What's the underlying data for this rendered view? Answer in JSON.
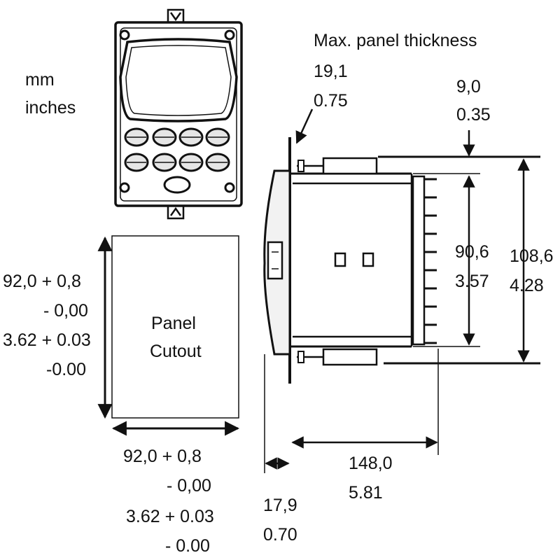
{
  "units": {
    "mm": "mm",
    "inches": "inches"
  },
  "front_view": {
    "keys": 8
  },
  "cutout": {
    "label_line1": "Panel",
    "label_line2": "Cutout",
    "height_mm": "92,0 + 0,8",
    "height_mm_tol": "- 0,00",
    "height_in": "3.62 + 0.03",
    "height_in_tol": "-0.00",
    "width_mm": "92,0 + 0,8",
    "width_mm_tol": "- 0,00",
    "width_in": "3.62 + 0.03",
    "width_in_tol": "- 0.00"
  },
  "panel_thickness": {
    "label": "Max. panel thickness",
    "mm": "19,1",
    "in": "0.75"
  },
  "dims": {
    "terminal_offset": {
      "mm": "9,0",
      "in": "0.35"
    },
    "body_height": {
      "mm": "90,6",
      "in": "3.57"
    },
    "overall_height": {
      "mm": "108,6",
      "in": "4.28"
    },
    "depth": {
      "mm": "148,0",
      "in": "5.81"
    },
    "bezel_depth": {
      "mm": "17,9",
      "in": "0.70"
    }
  },
  "colors": {
    "ink": "#111111",
    "bezel": "#f2f2f2",
    "key": "#e6e6e6"
  }
}
